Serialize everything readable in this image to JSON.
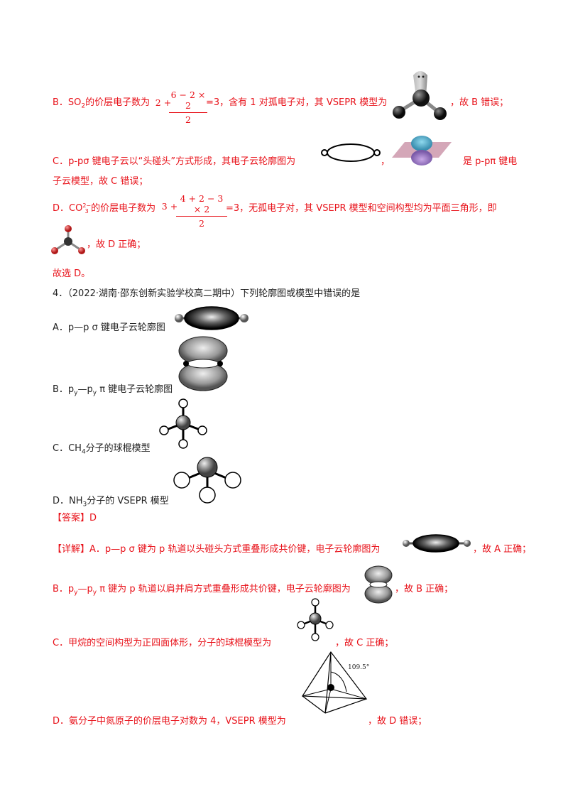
{
  "b_line": {
    "pre": "B．SO",
    "sub2": "2",
    "mid": "的价层电子数为",
    "frac_left": "2 +",
    "frac_num": "6 − 2 × 2",
    "frac_den": "2",
    "post": "=3，含有 1 对孤电子对，其 VSEPR 模型为",
    "end": "，故 B 错误；"
  },
  "c_line": {
    "text1": "C．p-pσ 键电子云以“头碰头”方式形成，其电子云轮廓图为",
    "comma": "，",
    "text2": "是 p-pπ 键电",
    "text3": "子云模型，故 C 错误；"
  },
  "d_line": {
    "pre": "D．CO",
    "sup": "2−",
    "sub": "3",
    "mid": "的价层电子数为",
    "frac_left": "3 +",
    "frac_num": "4 + 2 − 3 × 2",
    "frac_den": "2",
    "post": "=3，无孤电子对，其 VSEPR 模型和空间构型均为平面三角形，即",
    "end": "，故 D 正确；"
  },
  "select_line": "故选 D。",
  "q4": {
    "stem": "4．（2022·湖南·邵东创新实验学校高二期中）下列轮廓图或模型中错误的是",
    "option_a": "A．p—p σ 键电子云轮廓图",
    "option_b_pre": "B．p",
    "option_b_sub1": "y",
    "option_b_mid": "—p",
    "option_b_sub2": "y",
    "option_b_post": " π 键电子云轮廓图",
    "option_c_pre": "C．CH",
    "option_c_sub": "4",
    "option_c_post": "分子的球棍模型",
    "option_d_pre": "D．NH",
    "option_d_sub": "3",
    "option_d_post": "分子的 VSEPR 模型"
  },
  "answer": "【答案】D",
  "detail": {
    "a": "【详解】A．p—p σ 键为 p 轨道以头碰头方式重叠形成共价键，电子云轮廓图为",
    "a_end": "，故 A 正确；",
    "b_pre": "B．p",
    "b_sub1": "y",
    "b_mid": "—p",
    "b_sub2": "y",
    "b_post": " π 键为 p 轨道以肩并肩方式重叠形成共价键，电子云轮廓图为",
    "b_end": "，故 B 正确；",
    "c": "C．甲烷的空间构型为正四面体形，分子的球棍模型为",
    "c_end": "，故 C 正确；",
    "angle_label": "109.5°",
    "d": "D．氨分子中氮原子的价层电子对数为 4，VSEPR 模型为",
    "d_end": "，故 D 错误；"
  }
}
